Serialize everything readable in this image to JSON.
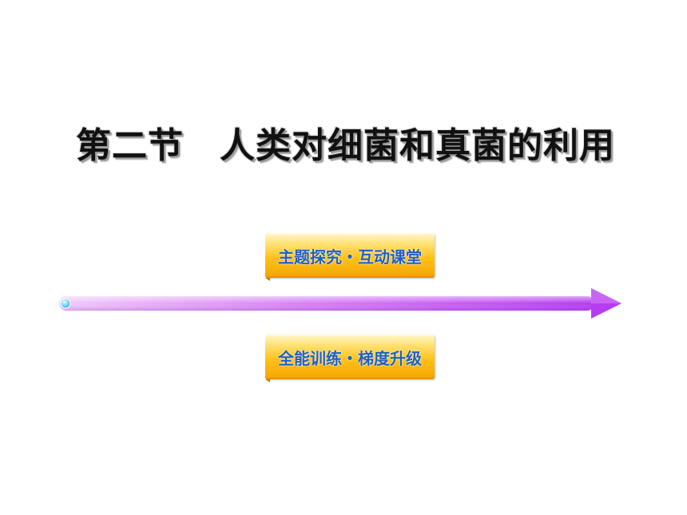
{
  "slide": {
    "title": "第二节　人类对细菌和真菌的利用",
    "buttons": [
      {
        "label": "主题探究・互动课堂"
      },
      {
        "label": "全能训练・梯度升级"
      }
    ]
  },
  "colors": {
    "title_text": "#111111",
    "button_text": "#1f5fc4",
    "button_fill_top": "#ffe37a",
    "button_fill_bottom": "#f4a400",
    "arrow_start": "#e9b6f7",
    "arrow_end": "#b53cf0",
    "arrow_dot": "#6fd3ff"
  },
  "icons": {
    "arrow": "right-arrow-icon",
    "arrow_start_dot": "dot-icon"
  }
}
